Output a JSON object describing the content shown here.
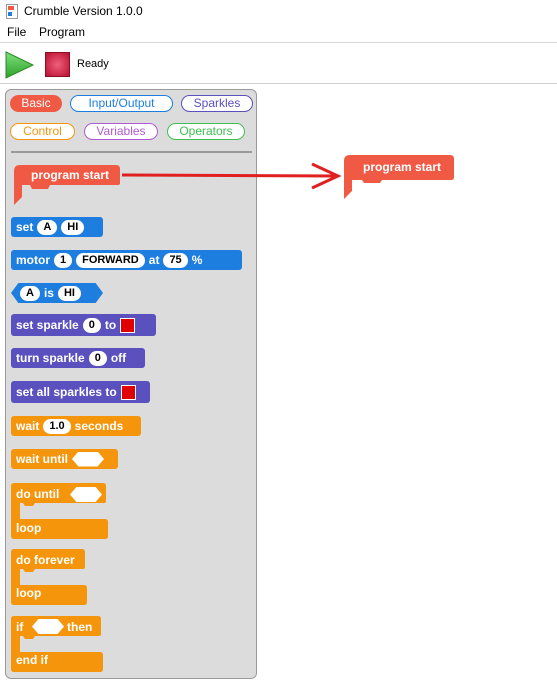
{
  "window": {
    "title": "Crumble Version 1.0.0"
  },
  "menu": {
    "file": "File",
    "program": "Program"
  },
  "toolbar": {
    "status": "Ready"
  },
  "categories": {
    "basic": "Basic",
    "io": "Input/Output",
    "sparkles": "Sparkles",
    "control": "Control",
    "variables": "Variables",
    "operators": "Operators"
  },
  "blocks": {
    "program_start": "program start",
    "set": {
      "label": "set",
      "pin": "A",
      "state": "HI"
    },
    "motor": {
      "label": "motor",
      "num": "1",
      "dir": "FORWARD",
      "at": "at",
      "speed": "75",
      "pct": "%"
    },
    "compare": {
      "pin": "A",
      "is": "is",
      "state": "HI"
    },
    "set_sparkle": {
      "label": "set sparkle",
      "num": "0",
      "to": "to"
    },
    "turn_sparkle": {
      "label": "turn sparkle",
      "num": "0",
      "off": "off"
    },
    "set_all": "set all sparkles to",
    "wait": {
      "label": "wait",
      "value": "1.0",
      "unit": "seconds"
    },
    "wait_until": "wait until",
    "do_until": "do until",
    "loop1": "loop",
    "do_forever": "do forever",
    "loop2": "loop",
    "if": "if",
    "then": "then",
    "end_if": "end if"
  },
  "canvas": {
    "program_start": "program start"
  },
  "colors": {
    "basic": "#f05a45",
    "io": "#1d7ee0",
    "sparkles": "#5a50be",
    "control": "#f5950b",
    "variables": "#b05ad0",
    "operators": "#3fbf4f",
    "arrow": "#e02020"
  }
}
